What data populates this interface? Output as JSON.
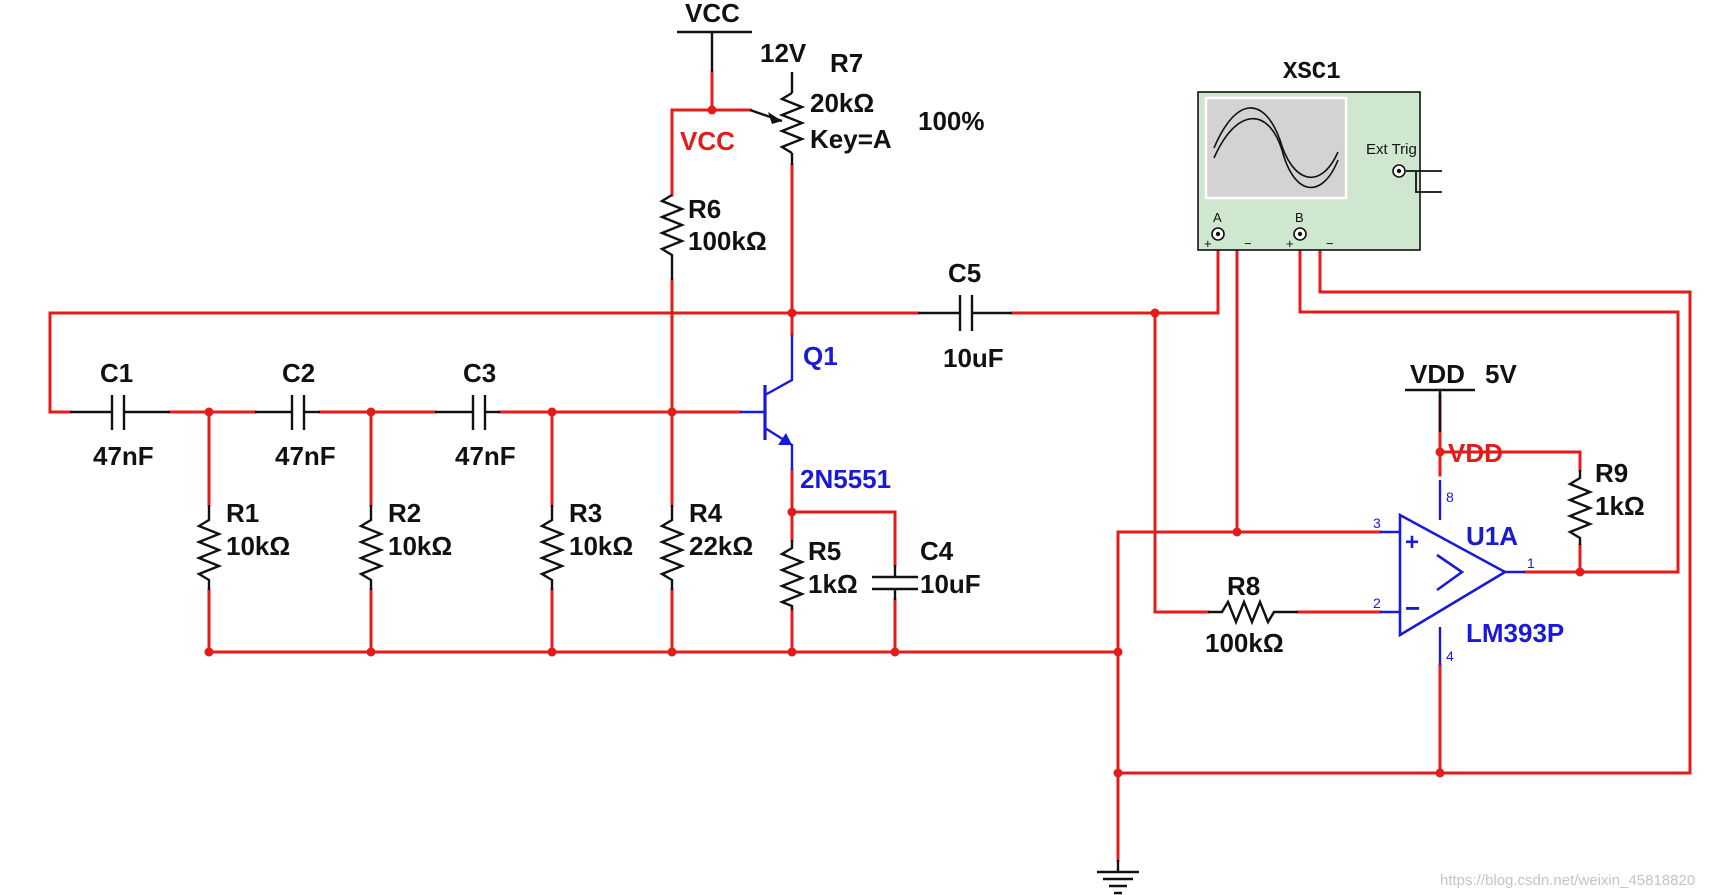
{
  "supply": {
    "vcc_top": "VCC",
    "vcc_net": "VCC",
    "voltage": "12V"
  },
  "r7": {
    "name": "R7",
    "value": "20kΩ",
    "key": "Key=A",
    "setting": "100%"
  },
  "r6": {
    "name": "R6",
    "value": "100kΩ"
  },
  "c5": {
    "name": "C5",
    "value": "10uF"
  },
  "q1": {
    "name": "Q1",
    "model": "2N5551"
  },
  "c1": {
    "name": "C1",
    "value": "47nF"
  },
  "c2": {
    "name": "C2",
    "value": "47nF"
  },
  "c3": {
    "name": "C3",
    "value": "47nF"
  },
  "r1": {
    "name": "R1",
    "value": "10kΩ"
  },
  "r2": {
    "name": "R2",
    "value": "10kΩ"
  },
  "r3": {
    "name": "R3",
    "value": "10kΩ"
  },
  "r4": {
    "name": "R4",
    "value": "22kΩ"
  },
  "r5": {
    "name": "R5",
    "value": "1kΩ"
  },
  "c4": {
    "name": "C4",
    "value": "10uF"
  },
  "r8": {
    "name": "R8",
    "value": "100kΩ"
  },
  "r9": {
    "name": "R9",
    "value": "1kΩ"
  },
  "opamp": {
    "name": "U1A",
    "model": "LM393P",
    "pin_in_plus": "3",
    "pin_in_minus": "2",
    "pin_out": "1",
    "pin_vdd": "8",
    "pin_gnd": "4",
    "plus_sign": "+",
    "minus_sign": "−"
  },
  "vdd": {
    "label": "VDD",
    "voltage": "5V",
    "net": "VDD"
  },
  "scope": {
    "name": "XSC1",
    "ch_a": "A",
    "ch_b": "B",
    "ext_trig": "Ext Trig",
    "plus": "+",
    "minus": "−"
  },
  "watermark": "https://blog.csdn.net/weixin_45818820",
  "colors": {
    "wire": "#e41b1b",
    "component": "#111111",
    "transistor": "#1a1ad6",
    "scope_body": "#cfe6cf",
    "scope_screen": "#d3d3d3"
  }
}
